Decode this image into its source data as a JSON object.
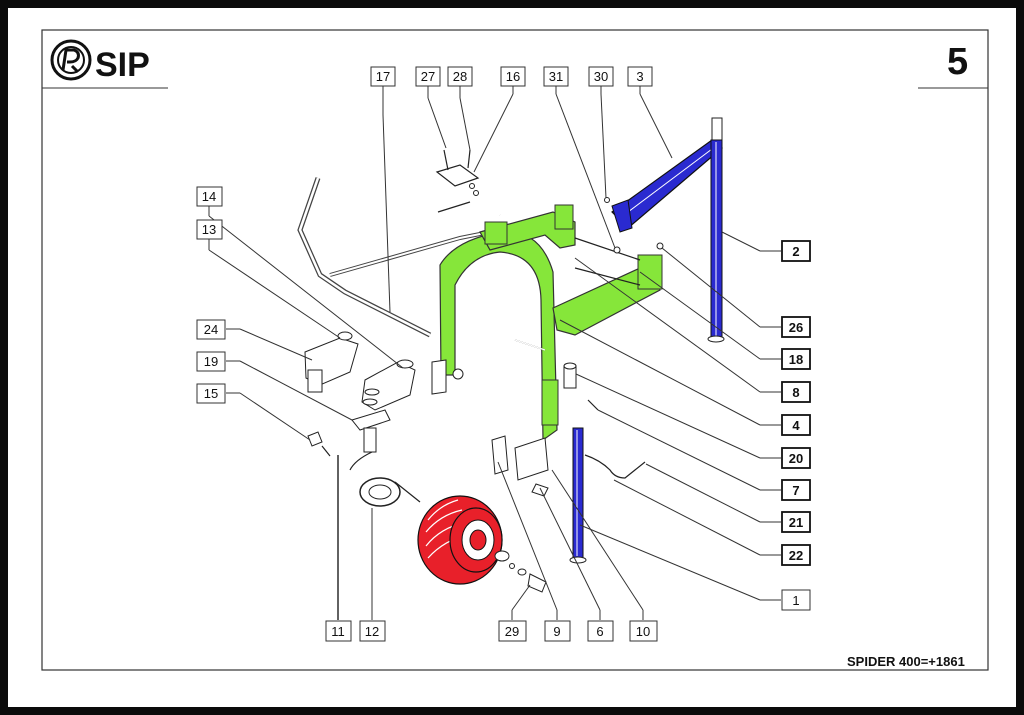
{
  "header": {
    "brand": "SIP",
    "page_number": "5"
  },
  "footer": {
    "model": "SPIDER 400=+1861"
  },
  "colors": {
    "frame_green": "#86e63a",
    "blue_parts": "#2a2ad0",
    "wheel_red": "#e8202a"
  },
  "callouts": [
    {
      "id": "c17",
      "label": "17",
      "bold": false
    },
    {
      "id": "c27",
      "label": "27",
      "bold": false
    },
    {
      "id": "c28",
      "label": "28",
      "bold": false
    },
    {
      "id": "c16",
      "label": "16",
      "bold": false
    },
    {
      "id": "c31",
      "label": "31",
      "bold": false
    },
    {
      "id": "c30",
      "label": "30",
      "bold": false
    },
    {
      "id": "c3",
      "label": "3",
      "bold": false
    },
    {
      "id": "c14",
      "label": "14",
      "bold": false
    },
    {
      "id": "c13",
      "label": "13",
      "bold": false
    },
    {
      "id": "c24",
      "label": "24",
      "bold": false
    },
    {
      "id": "c19",
      "label": "19",
      "bold": false
    },
    {
      "id": "c15",
      "label": "15",
      "bold": false
    },
    {
      "id": "c2",
      "label": "2",
      "bold": true
    },
    {
      "id": "c26",
      "label": "26",
      "bold": true
    },
    {
      "id": "c18",
      "label": "18",
      "bold": true
    },
    {
      "id": "c8",
      "label": "8",
      "bold": true
    },
    {
      "id": "c4",
      "label": "4",
      "bold": true
    },
    {
      "id": "c20",
      "label": "20",
      "bold": true
    },
    {
      "id": "c7",
      "label": "7",
      "bold": true
    },
    {
      "id": "c21",
      "label": "21",
      "bold": true
    },
    {
      "id": "c22",
      "label": "22",
      "bold": true
    },
    {
      "id": "c1",
      "label": "1",
      "bold": false
    },
    {
      "id": "c11",
      "label": "11",
      "bold": false
    },
    {
      "id": "c12",
      "label": "12",
      "bold": false
    },
    {
      "id": "c29",
      "label": "29",
      "bold": false
    },
    {
      "id": "c9",
      "label": "9",
      "bold": false
    },
    {
      "id": "c6",
      "label": "6",
      "bold": false
    },
    {
      "id": "c10",
      "label": "10",
      "bold": false
    }
  ]
}
